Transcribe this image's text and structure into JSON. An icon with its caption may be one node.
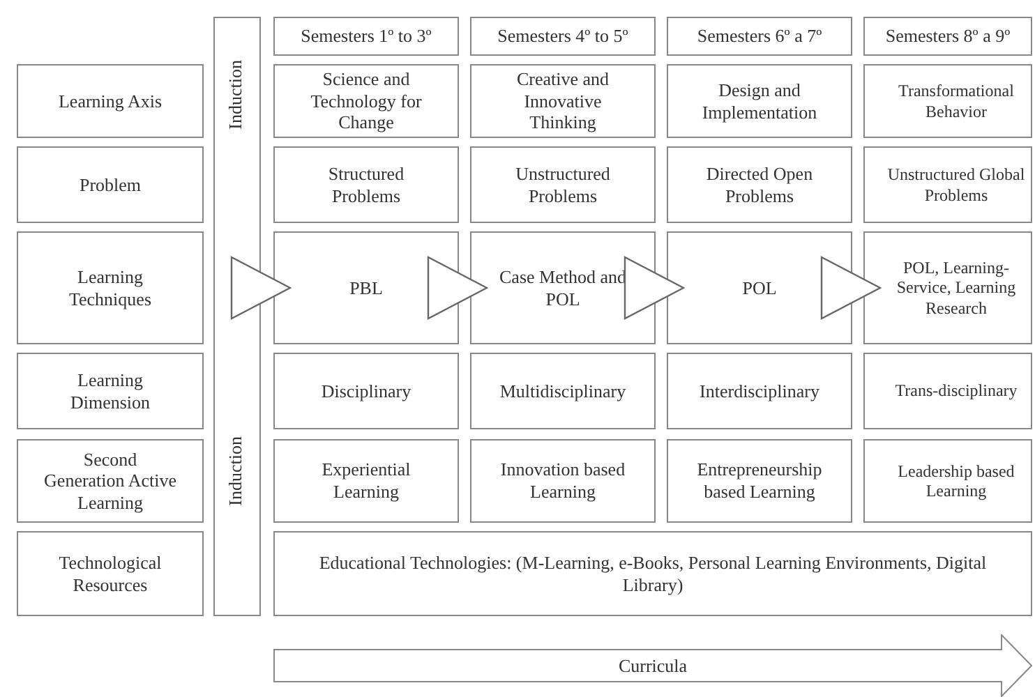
{
  "diagram": {
    "nodes": [
      {
        "text": [
          "Induction",
          "Induction"
        ]
      },
      {
        "text": [
          "Semesters 1º to 3º"
        ]
      },
      {
        "text": [
          "Semesters 4º to 5º"
        ]
      },
      {
        "text": [
          "Semesters 6º a 7º"
        ]
      },
      {
        "text": [
          "Semesters 8º a 9º"
        ]
      },
      {
        "text": [
          "Learning Axis"
        ]
      },
      {
        "text": [
          "Science and Technology for Change"
        ]
      },
      {
        "text": [
          "Creative and Innovative Thinking"
        ]
      },
      {
        "text": [
          "Design and Implementation"
        ]
      },
      {
        "text": [
          "Transformational Behavior"
        ]
      },
      {
        "text": [
          "Problem"
        ]
      },
      {
        "text": [
          "Structured Problems"
        ]
      },
      {
        "text": [
          "Unstructured Problems"
        ]
      },
      {
        "text": [
          "Directed Open Problems"
        ]
      },
      {
        "text": [
          "Unstructured Global Problems"
        ]
      },
      {
        "text": [
          "Learning Techniques"
        ]
      },
      {
        "text": [
          "PBL"
        ]
      },
      {
        "text": [
          "Case Method and POL"
        ]
      },
      {
        "text": [
          "POL"
        ]
      },
      {
        "text": [
          "POL, Learning-Service, Learning Research"
        ]
      },
      {
        "text": [
          "Learning Dimension"
        ]
      },
      {
        "text": [
          "Disciplinary"
        ]
      },
      {
        "text": [
          "Multidisciplinary"
        ]
      },
      {
        "text": [
          "Interdisciplinary"
        ]
      },
      {
        "text": [
          "Trans-disciplinary"
        ]
      },
      {
        "text": [
          "Second Generation Active Learning"
        ]
      },
      {
        "text": [
          "Experiential Learning"
        ]
      },
      {
        "text": [
          "Innovation based Learning"
        ]
      },
      {
        "text": [
          "Entrepreneurship based Learning"
        ]
      },
      {
        "text": [
          "Leadership based Learning"
        ]
      },
      {
        "text": [
          "Technological Resources"
        ]
      },
      {
        "text": [
          "Educational Technologies: (M-Learning, e-Books, Personal Learning Environments, Digital Library)"
        ]
      },
      {
        "text": [
          "Curricula"
        ]
      }
    ],
    "edges": [
      {
        "from": 0,
        "to": 16,
        "arrow": "to"
      },
      {
        "from": 16,
        "to": 17,
        "arrow": "to"
      },
      {
        "from": 17,
        "to": 18,
        "arrow": "to"
      },
      {
        "from": 18,
        "to": 19,
        "arrow": "to"
      }
    ]
  }
}
